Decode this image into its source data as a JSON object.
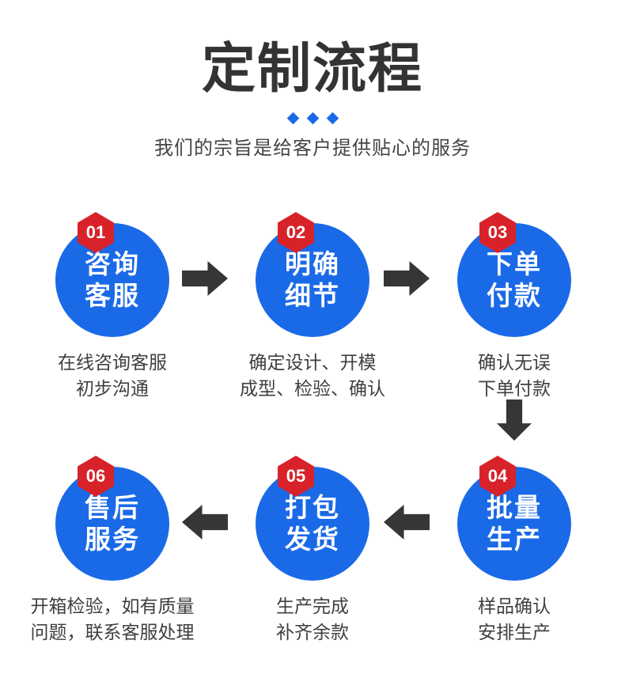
{
  "header": {
    "title": "定制流程",
    "subtitle": "我们的宗旨是给客户提供贴心的服务",
    "diamond_count": 3
  },
  "colors": {
    "brand_blue": "#1a6ae8",
    "badge_red": "#d8222a",
    "arrow_gray": "#363636",
    "title_gray": "#333333",
    "caption_gray": "#3f3f3f",
    "background": "#ffffff"
  },
  "steps": [
    {
      "number": "01",
      "title_line1": "咨询",
      "title_line2": "客服",
      "caption_line1": "在线咨询客服",
      "caption_line2": "初步沟通"
    },
    {
      "number": "02",
      "title_line1": "明确",
      "title_line2": "细节",
      "caption_line1": "确定设计、开模",
      "caption_line2": "成型、检验、确认"
    },
    {
      "number": "03",
      "title_line1": "下单",
      "title_line2": "付款",
      "caption_line1": "确认无误",
      "caption_line2": "下单付款"
    },
    {
      "number": "04",
      "title_line1": "批量",
      "title_line2": "生产",
      "caption_line1": "样品确认",
      "caption_line2": "安排生产"
    },
    {
      "number": "05",
      "title_line1": "打包",
      "title_line2": "发货",
      "caption_line1": "生产完成",
      "caption_line2": "补齐余款"
    },
    {
      "number": "06",
      "title_line1": "售后",
      "title_line2": "服务",
      "caption_line1": "开箱检验，如有质量",
      "caption_line2": "问题，联系客服处理"
    }
  ],
  "connectors": [
    {
      "name": "arrow-step1-to-step2",
      "direction": "right"
    },
    {
      "name": "arrow-step2-to-step3",
      "direction": "right"
    },
    {
      "name": "arrow-step3-to-step4",
      "direction": "down"
    },
    {
      "name": "arrow-step4-to-step5",
      "direction": "left"
    },
    {
      "name": "arrow-step5-to-step6",
      "direction": "left"
    }
  ]
}
